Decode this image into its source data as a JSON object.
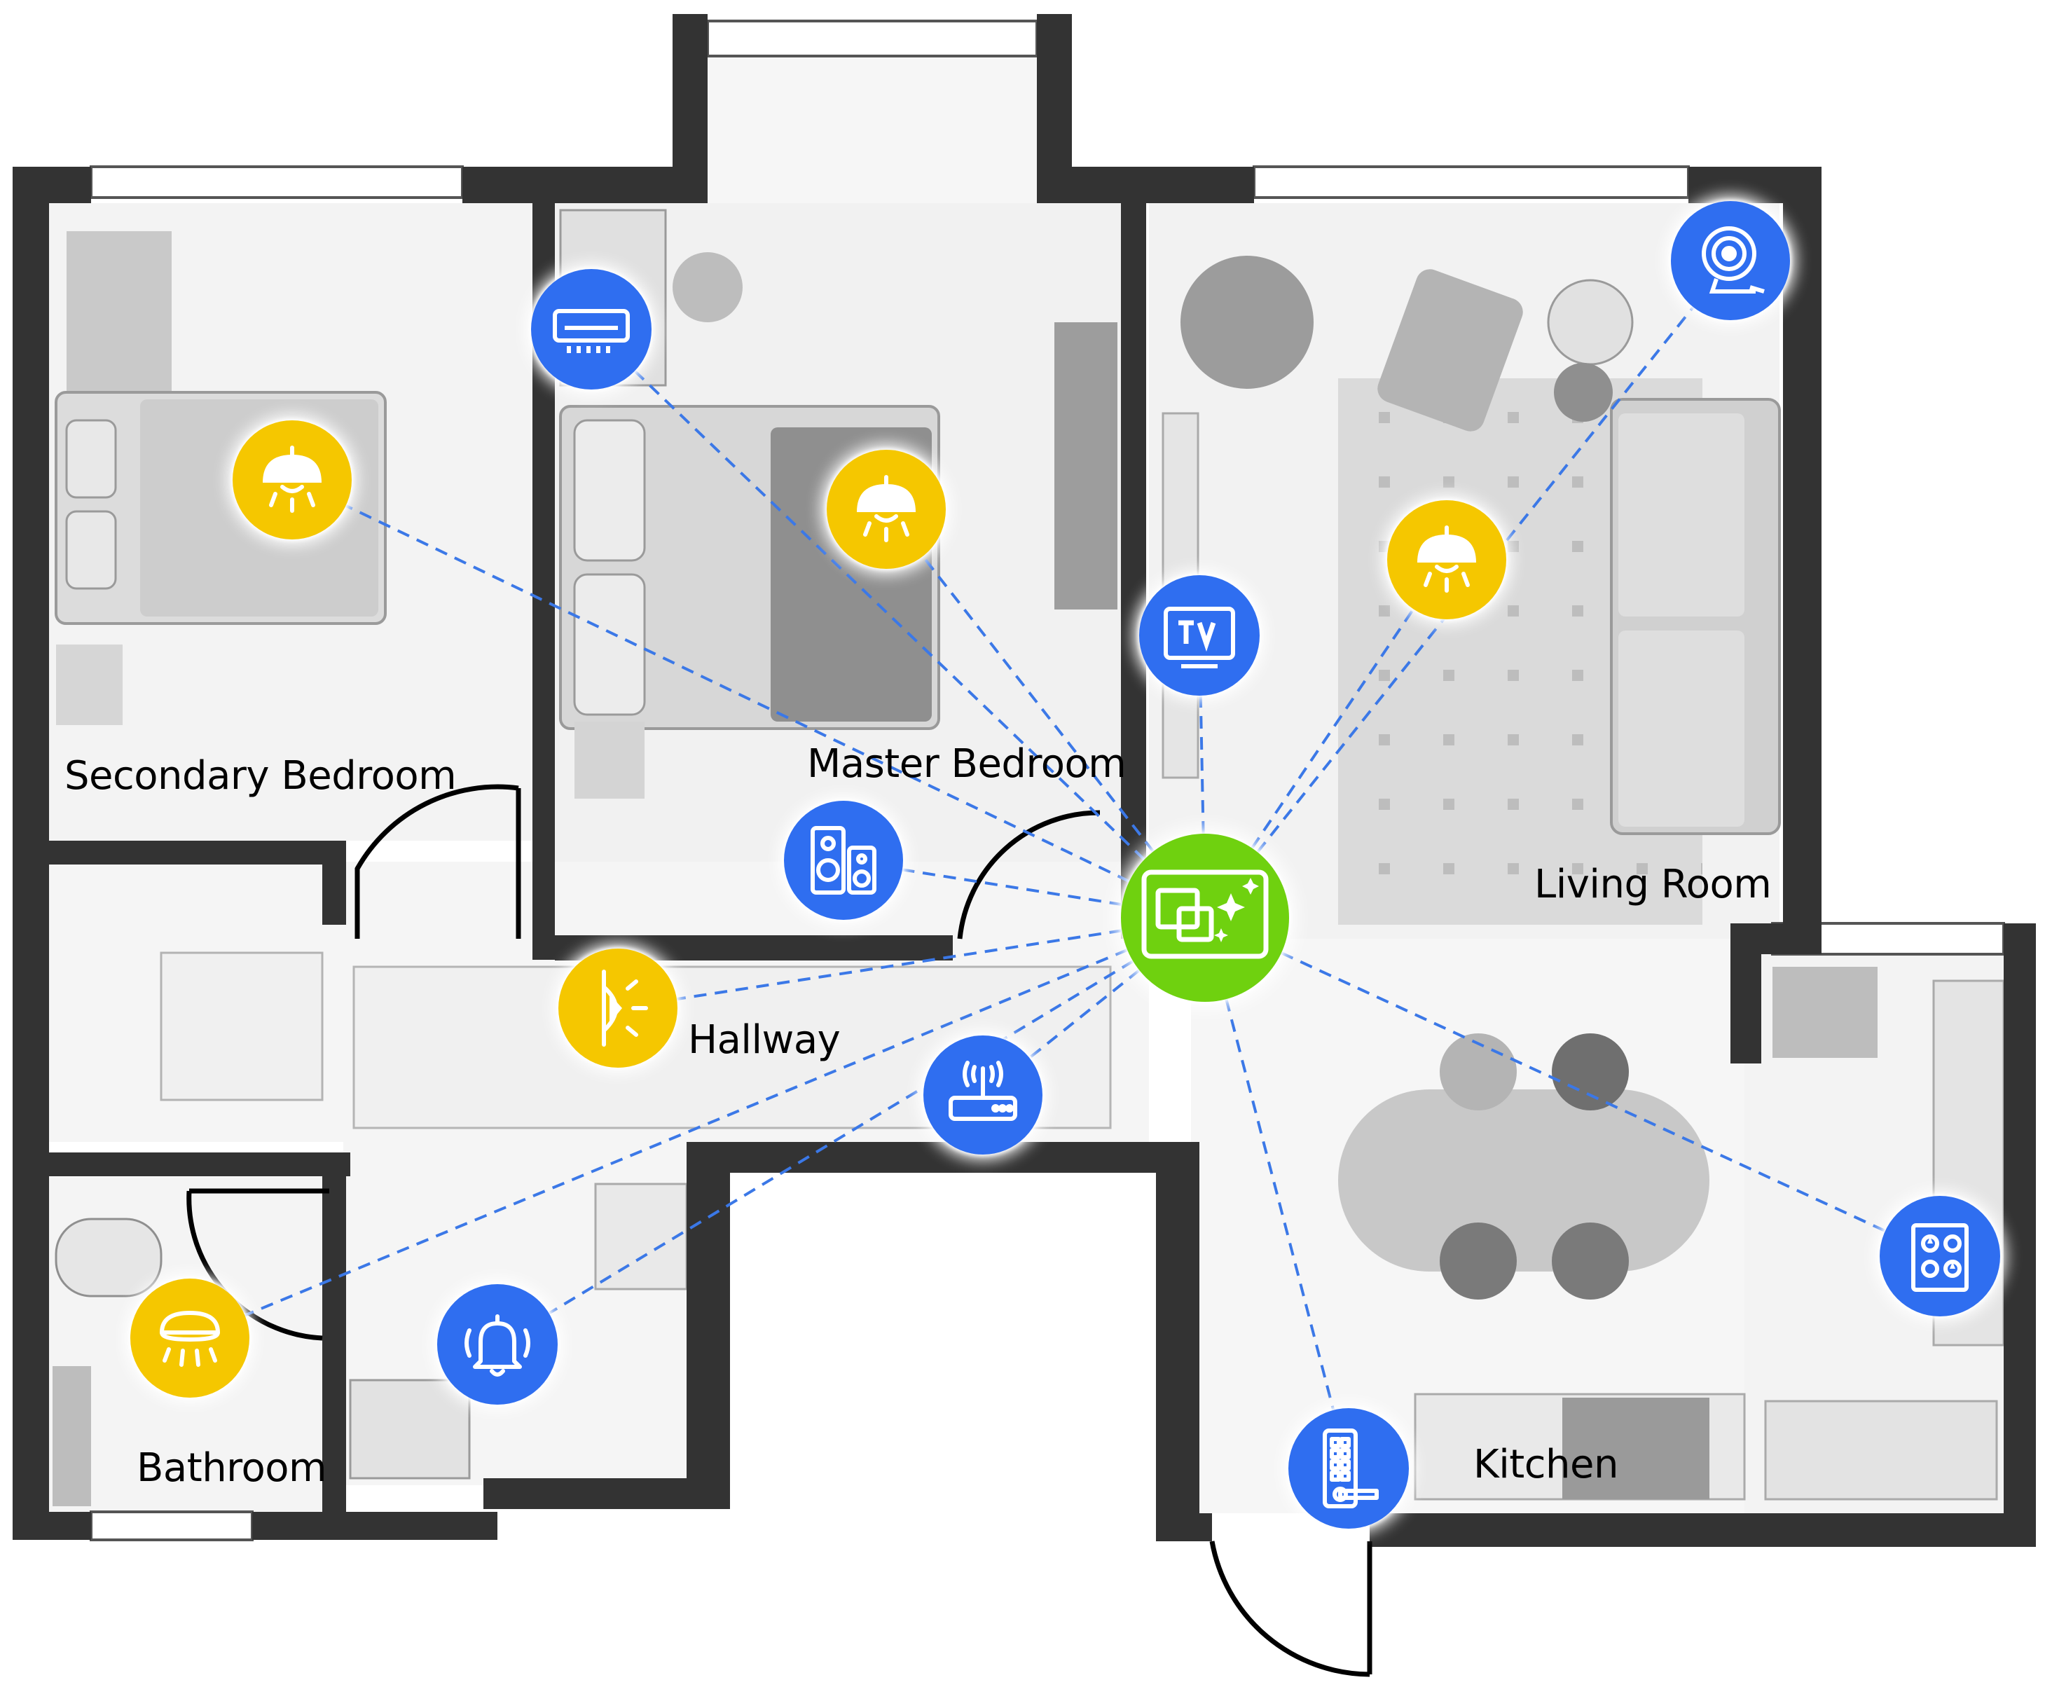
{
  "rooms": {
    "secondary_bedroom": "Secondary Bedroom",
    "master_bedroom": "Master Bedroom",
    "living_room": "Living Room",
    "hallway": "Hallway",
    "bathroom": "Bathroom",
    "kitchen": "Kitchen"
  },
  "colors": {
    "wall": "#333333",
    "floor": "#f4f4f4",
    "hub_green": "#6fd10f",
    "device_blue": "#2f6ef0",
    "light_yellow": "#f5c700",
    "link_dash": "#3b78e7"
  },
  "hub": {
    "name": "hub-icon",
    "color": "#6fd10f"
  },
  "devices": [
    {
      "id": "ac",
      "icon": "air-conditioner-icon",
      "color": "#2f6ef0"
    },
    {
      "id": "camera",
      "icon": "security-camera-icon",
      "color": "#2f6ef0"
    },
    {
      "id": "light-secondary",
      "icon": "ceiling-light-icon",
      "color": "#f5c700"
    },
    {
      "id": "light-master",
      "icon": "ceiling-light-icon",
      "color": "#f5c700"
    },
    {
      "id": "light-living",
      "icon": "ceiling-light-icon",
      "color": "#f5c700"
    },
    {
      "id": "tv",
      "icon": "tv-icon",
      "color": "#2f6ef0"
    },
    {
      "id": "speaker",
      "icon": "speaker-icon",
      "color": "#2f6ef0"
    },
    {
      "id": "hallway-light",
      "icon": "wall-light-icon",
      "color": "#f5c700"
    },
    {
      "id": "router",
      "icon": "router-icon",
      "color": "#2f6ef0"
    },
    {
      "id": "bathroom-light",
      "icon": "ceiling-lamp-icon",
      "color": "#f5c700"
    },
    {
      "id": "doorbell",
      "icon": "doorbell-icon",
      "color": "#2f6ef0"
    },
    {
      "id": "door-lock",
      "icon": "smart-lock-icon",
      "color": "#2f6ef0"
    },
    {
      "id": "stove",
      "icon": "gas-stove-icon",
      "color": "#2f6ef0"
    }
  ]
}
